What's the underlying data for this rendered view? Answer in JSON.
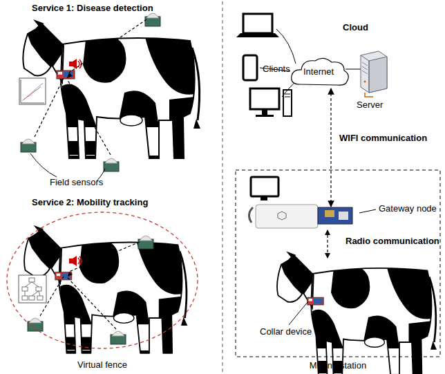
{
  "diagram": {
    "nodes": [
      {
        "text": [
          "Internet"
        ]
      },
      {
        "text": [
          "Milking station"
        ]
      },
      {
        "text": [
          "Virtual fence"
        ]
      }
    ],
    "edges": [
      {
        "from": 0,
        "to": 1,
        "label": "WIFI communication",
        "arrow": "both"
      }
    ],
    "labels": [
      "Service 1: Disease detection",
      "Field sensors",
      "Service 2: Mobility tracking",
      "Cloud",
      "Clients",
      "Server",
      "Gateway node",
      "Radio communication",
      "Collar device"
    ]
  }
}
